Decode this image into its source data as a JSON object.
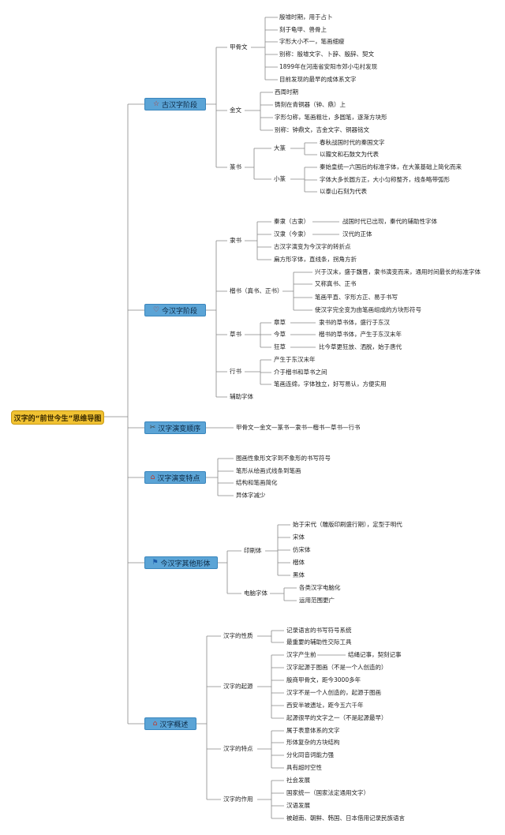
{
  "root": "汉字的“前世今生”思维导图",
  "b1": {
    "label": "古汉字阶段",
    "jgw": {
      "label": "甲骨文",
      "items": [
        "殷墟时期，用于占卜",
        "刻于龟甲、兽骨上",
        "字形大小不一，笔画细瘦",
        "别称：殷墟文字、卜辞、殷辞、契文",
        "1899年在河南省安阳市郊小屯村发现",
        "目前发现的最早的成体系文字"
      ]
    },
    "jw": {
      "label": "金文",
      "items": [
        "西周时期",
        "铸刻在青铜器（钟、鼎）上",
        "字形匀称，笔画粗壮，多圆笔，逐渐方块形",
        "别称：钟鼎文，吉金文字、铜器铭文"
      ]
    },
    "zs": {
      "label": "篆书",
      "dz": {
        "label": "大篆",
        "items": [
          "春秋战国时代的秦国文字",
          "以籀文和石鼓文为代表"
        ]
      },
      "xz": {
        "label": "小篆",
        "items": [
          "秦始皇统一六国后的标准字体，在大篆基础上简化而来",
          "字体大多长圆方正，大小匀称整齐，线条略带弧形",
          "以泰山石刻为代表"
        ]
      }
    }
  },
  "b2": {
    "label": "今汉字阶段",
    "ls": {
      "label": "隶书",
      "ql": {
        "label": "秦隶（古隶）",
        "desc": "战国时代已出现，秦代的辅助性字体"
      },
      "hl": {
        "label": "汉隶（今隶）",
        "desc": "汉代的正体"
      },
      "items": [
        "古汉字演变为今汉字的转折点",
        "扁方形字体，直线条，拐角方折"
      ]
    },
    "ks": {
      "label": "楷书（真书、正书）",
      "items": [
        "兴于汉末，盛于魏晋，隶书演变而来，通用时间最长的标准字体",
        "又称真书、正书",
        "笔画平直、字形方正、易于书写",
        "使汉字完全变为由笔画组成的方块形符号"
      ]
    },
    "cs": {
      "label": "草书",
      "zc": {
        "label": "章草",
        "desc": "隶书的草书体，盛行于东汉"
      },
      "jc": {
        "label": "今草",
        "desc": "楷书的草书体，产生于东汉末年"
      },
      "kc": {
        "label": "狂草",
        "desc": "比今草更狂放、洒脱，始于唐代"
      }
    },
    "xs": {
      "label": "行书",
      "items": [
        "产生于东汉末年",
        "介于楷书和草书之间",
        "笔画连绵，字体独立，好写易认，方便实用"
      ]
    },
    "fz": {
      "label": "辅助字体"
    }
  },
  "b3": {
    "label": "汉字演变顺序",
    "seq": "甲骨文—金文—篆书—隶书—楷书—草书—行书"
  },
  "b4": {
    "label": "汉字演变特点",
    "items": [
      "图画性象形文字到不象形的书写符号",
      "笔形从绘画式线条到笔画",
      "结构和笔画简化",
      "异体字减少"
    ]
  },
  "b5": {
    "label": "今汉字其他形体",
    "ys": {
      "label": "印刷体",
      "items": [
        "始于宋代（雕版印刷盛行期），定型于明代",
        "宋体",
        "仿宋体",
        "楷体",
        "黑体"
      ]
    },
    "dn": {
      "label": "电脑字体",
      "items": [
        "各类汉字电脑化",
        "运用范围更广"
      ]
    }
  },
  "b6": {
    "label": "汉字概述",
    "xz": {
      "label": "汉字的性质",
      "items": [
        "记录语言的书写符号系统",
        "最重要的辅助性交际工具"
      ]
    },
    "qy": {
      "label": "汉字的起源",
      "first": {
        "label": "汉字产生前",
        "desc": "结绳记事，契刻记事"
      },
      "items": [
        "汉字起源于图画（不是一个人创造的）",
        "殷商甲骨文，距今3000多年",
        "汉字不是一个人创造的，起源于图画",
        "西安半坡遗址，距今五六千年",
        "起源很早的文字之一（不是起源最早）"
      ]
    },
    "td": {
      "label": "汉字的特点",
      "items": [
        "属于表意体系的文字",
        "形体复杂的方块结构",
        "分化同音词能力强",
        "具有超时空性"
      ]
    },
    "zy": {
      "label": "汉字的作用",
      "items": [
        "社会发展",
        "国家统一（国家法定通用文字）",
        "汉语发展",
        "被越南、朝鲜、韩国、日本借用记录民族语言"
      ]
    }
  },
  "colors": {
    "line": "#888888",
    "node_fill": "#5ba4d6",
    "root_fill": "#f1c232"
  }
}
